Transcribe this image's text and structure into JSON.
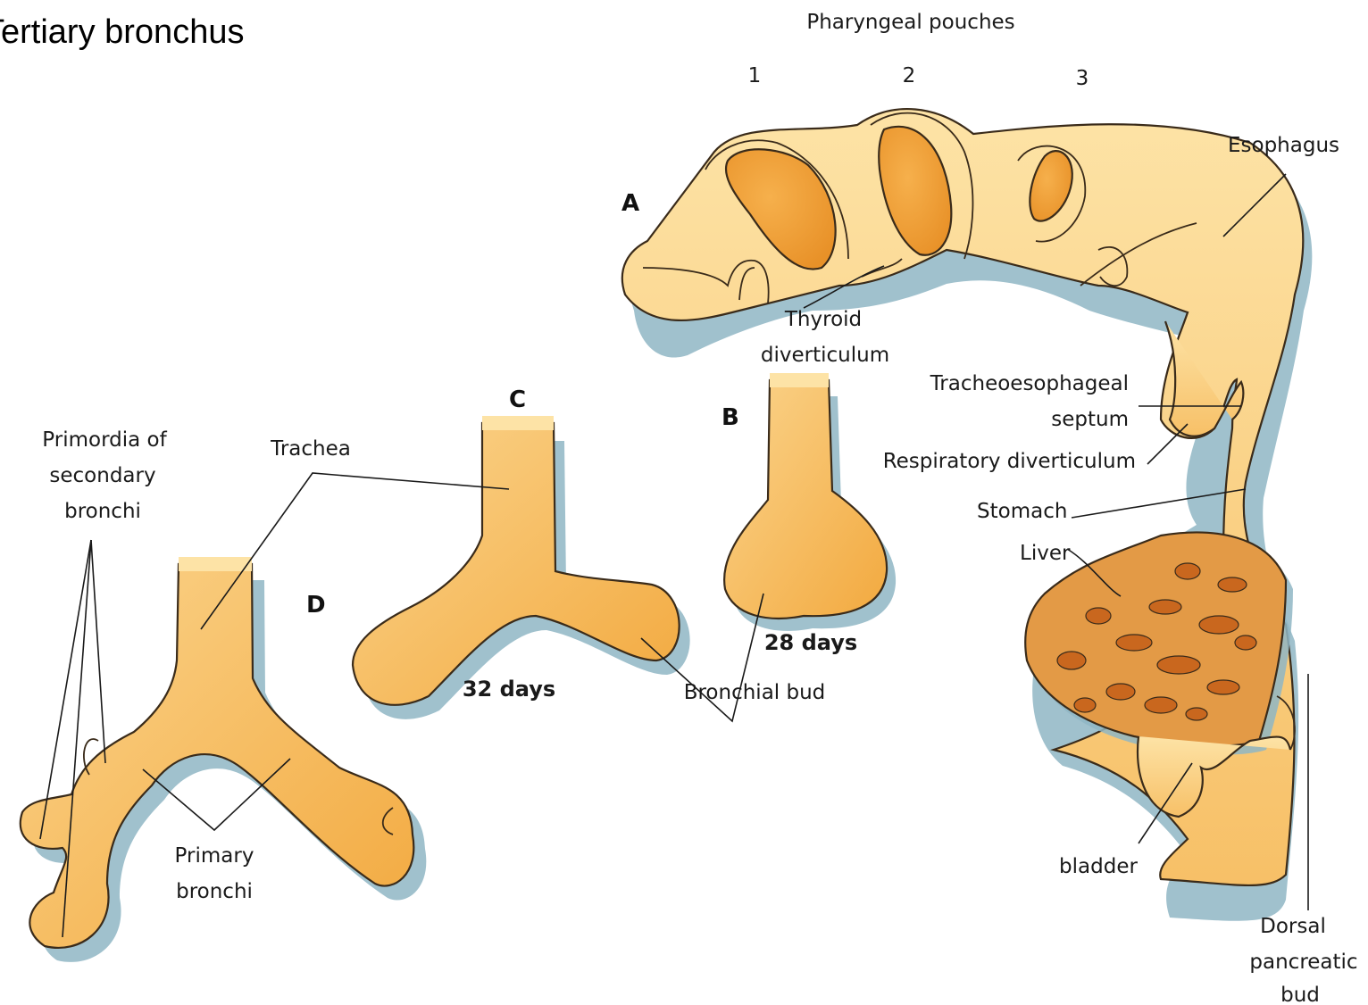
{
  "heading": "Tertiary bronchus",
  "figure": {
    "colors": {
      "tissue": "#fbd48c",
      "tissue_dark": "#f2a93f",
      "liver": "#e39a46",
      "liver_spots": "#c9671e",
      "shadow": "#8fb6c4",
      "outline": "#3a2b1a"
    },
    "panels": {
      "a": "A",
      "b": "B",
      "c": "C",
      "d": "D"
    },
    "labels": {
      "pharyngeal_pouches": "Pharyngeal pouches",
      "pouch_1": "1",
      "pouch_2": "2",
      "pouch_3": "3",
      "esophagus": "Esophagus",
      "thyroid_1": "Thyroid",
      "thyroid_2": "diverticulum",
      "tracheoesophageal_1": "Tracheoesophageal",
      "tracheoesophageal_2": "septum",
      "respiratory_diverticulum": "Respiratory diverticulum",
      "stomach": "Stomach",
      "liver": "Liver",
      "bladder": "bladder",
      "dorsal_1": "Dorsal",
      "dorsal_2": "pancreatic",
      "dorsal_3": "bud",
      "trachea": "Trachea",
      "primordia_1": "Primordia of",
      "primordia_2": "secondary",
      "primordia_3": "bronchi",
      "primary_1": "Primary",
      "primary_2": "bronchi",
      "bronchial_bud": "Bronchial bud",
      "days_28": "28 days",
      "days_32": "32 days"
    }
  }
}
